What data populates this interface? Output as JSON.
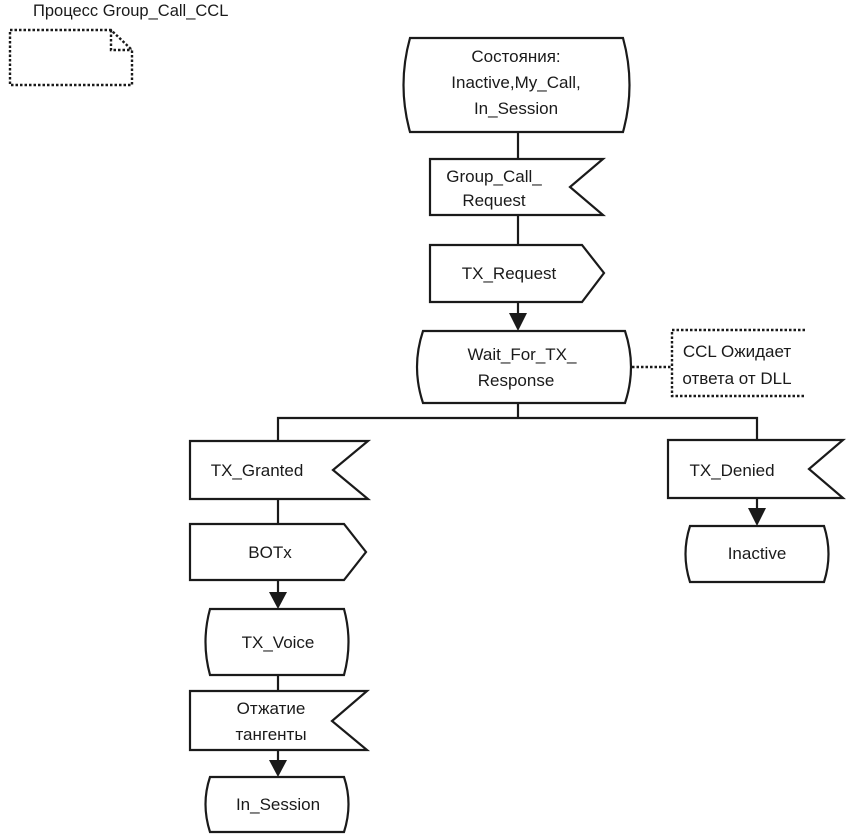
{
  "process_title": "Процесс Group_Call_CCL",
  "start_state": {
    "lines": [
      "Состояния:",
      "Inactive,My_Call,",
      "In_Session"
    ]
  },
  "input_group_call_request": {
    "lines": [
      "Group_Call_",
      "Request"
    ]
  },
  "output_tx_request": {
    "label": "TX_Request"
  },
  "state_wait": {
    "lines": [
      "Wait_For_TX_",
      "Response"
    ]
  },
  "comment": {
    "lines": [
      "CCL Ожидает",
      "ответа от DLL"
    ]
  },
  "branch_granted": {
    "input": "TX_Granted",
    "output": "BOTx",
    "state": "TX_Voice",
    "input2": {
      "lines": [
        "Отжатие",
        "тангенты"
      ]
    },
    "next_state": "In_Session"
  },
  "branch_denied": {
    "input": "TX_Denied",
    "next_state": "Inactive"
  }
}
